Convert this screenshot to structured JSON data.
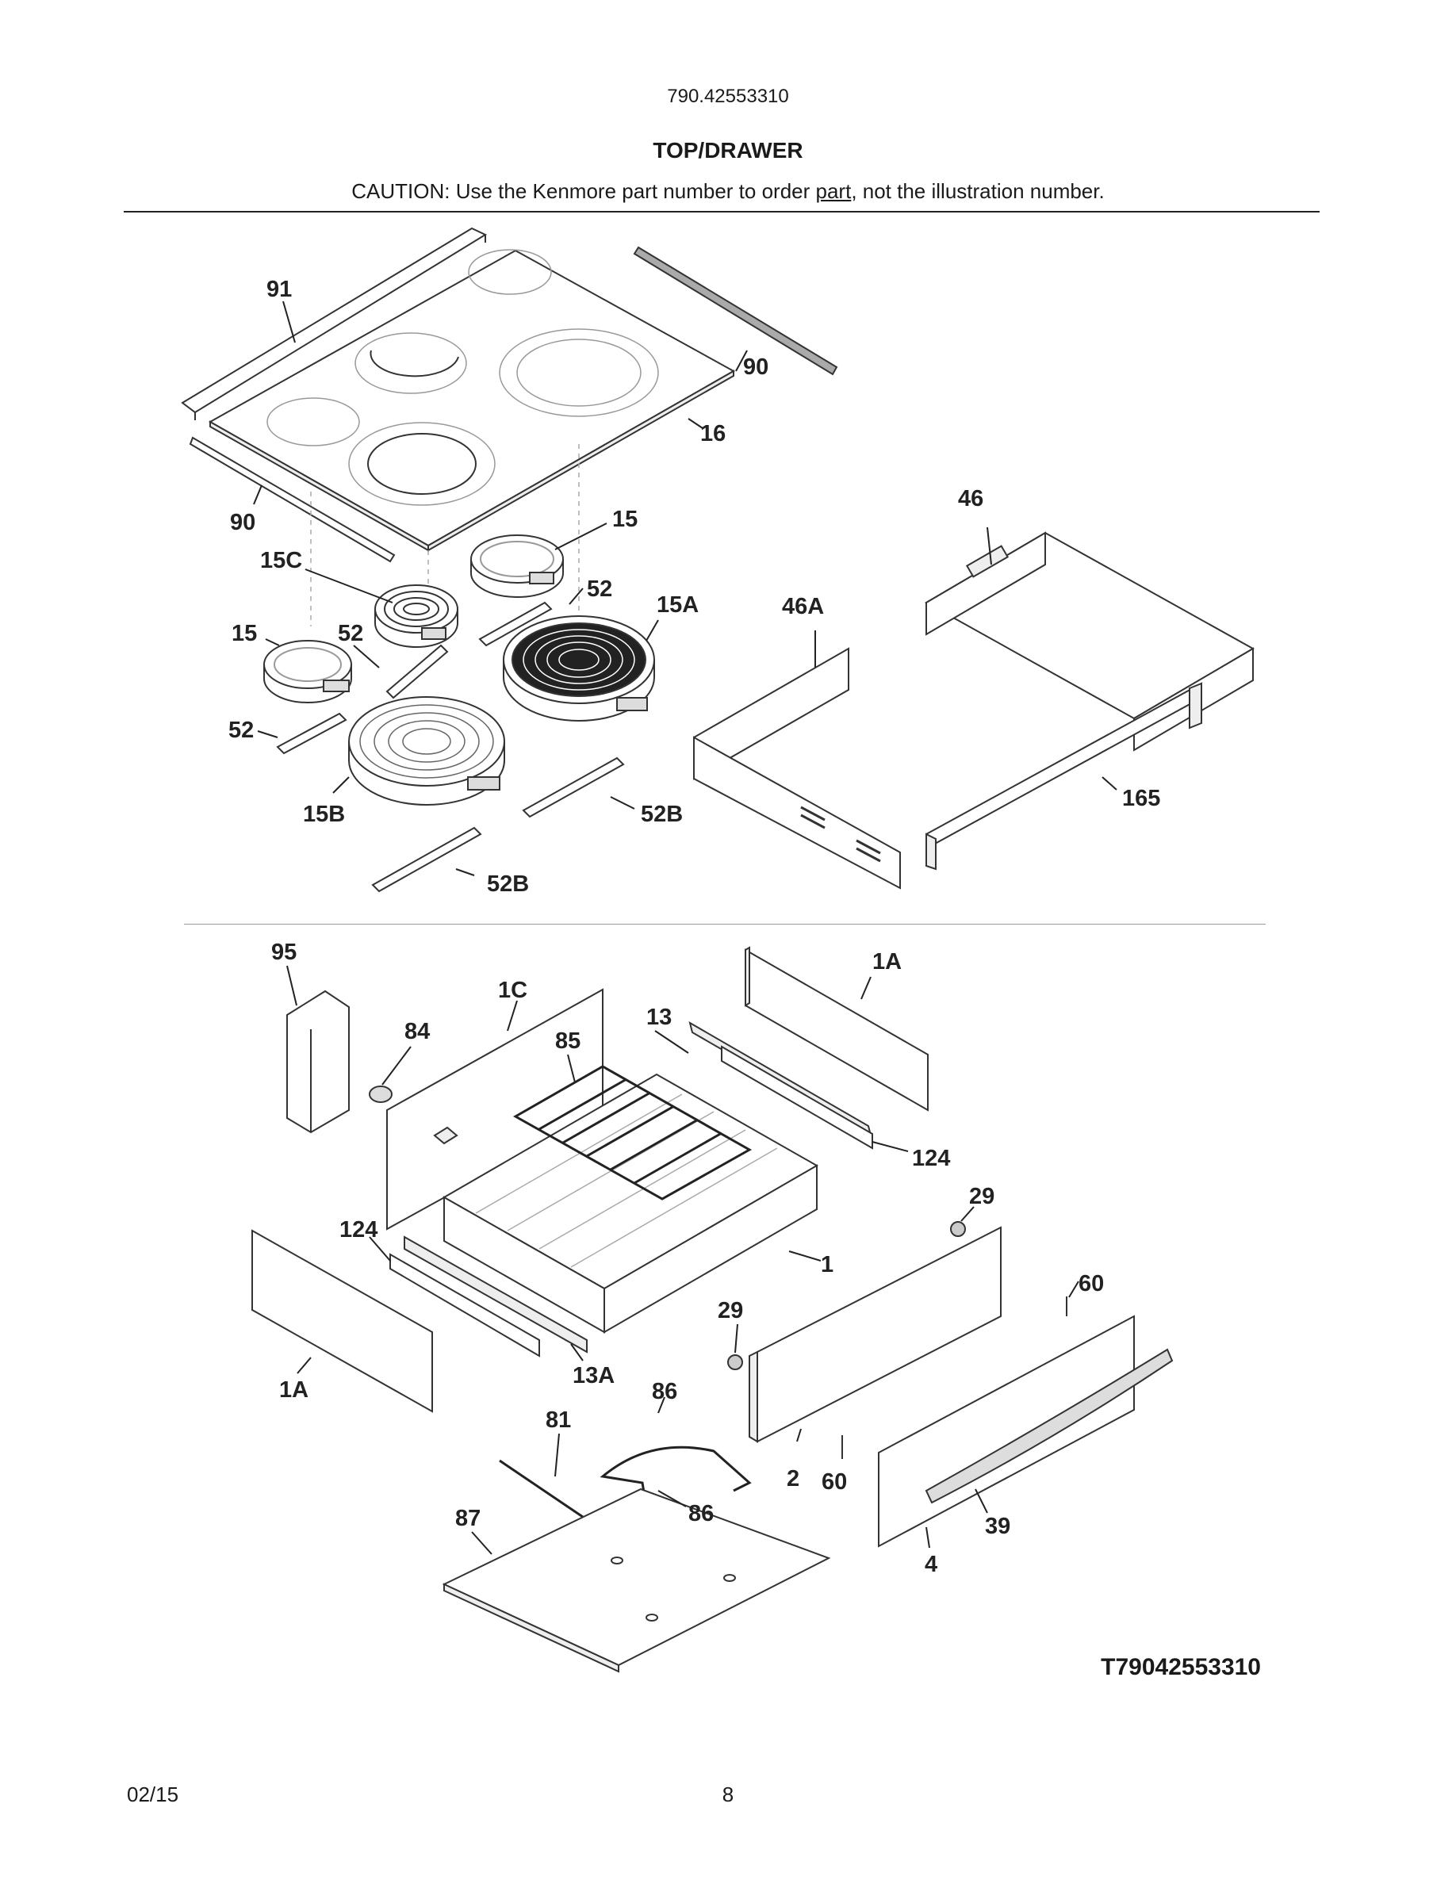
{
  "header": {
    "model_number": "790.42553310",
    "section_title": "TOP/DRAWER",
    "caution_prefix": "CAUTION: Use the Kenmore part number to order ",
    "caution_link": "part",
    "caution_suffix": ", not the illustration number."
  },
  "top_callouts": [
    "91",
    "90",
    "16",
    "90",
    "15",
    "15C",
    "52",
    "15A",
    "15",
    "52",
    "52",
    "15B",
    "52B",
    "52B",
    "46",
    "46A",
    "165"
  ],
  "drawer_callouts": [
    "95",
    "84",
    "1C",
    "85",
    "13",
    "1A",
    "124",
    "29",
    "1",
    "124",
    "60",
    "29",
    "1A",
    "13A",
    "86",
    "81",
    "2",
    "60",
    "86",
    "87",
    "39",
    "4"
  ],
  "diagram_id": "T79042553310",
  "footer": {
    "date": "02/15",
    "page_number": "8"
  }
}
